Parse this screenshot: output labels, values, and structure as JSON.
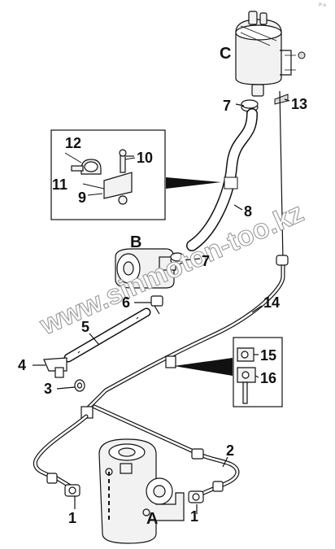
{
  "callouts": {
    "n1a": "1",
    "n1b": "1",
    "n2": "2",
    "n3": "3",
    "n4": "4",
    "n5": "5",
    "n6": "6",
    "n7a": "7",
    "n7b": "7",
    "n8": "8",
    "n9": "9",
    "n10": "10",
    "n11": "11",
    "n12": "12",
    "n13": "13",
    "n14": "14",
    "n15": "15",
    "n16": "16"
  },
  "assemblies": {
    "a": "A",
    "b": "B",
    "c": "C"
  },
  "watermark": "www.sinmoton-too.kz",
  "corner_mark": "P-x",
  "colors": {
    "line": "#111111",
    "watermark_stroke": "#9a9a9a",
    "part_fill": "#f2f2f2"
  }
}
